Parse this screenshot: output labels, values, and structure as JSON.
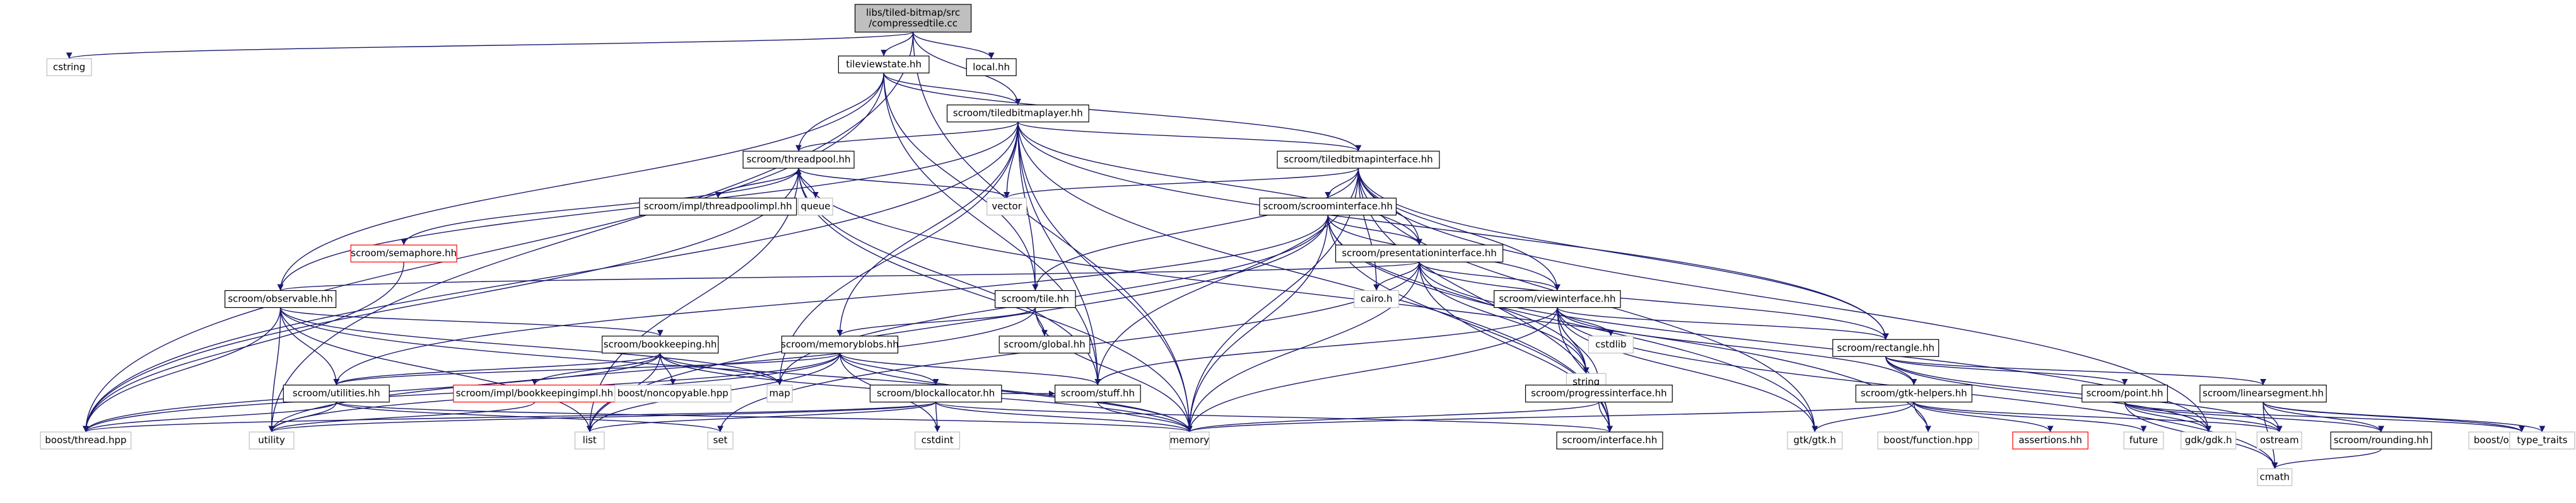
{
  "graph": {
    "colors": {
      "edge": "#191970",
      "node_border": "#000000",
      "root_fill": "#bfbfbf",
      "external_border": "#bfbfbf",
      "missing_border": "#ff0000",
      "node_fill": "#ffffff"
    },
    "nodes": [
      {
        "id": "root",
        "lines": [
          "libs/tiled-bitmap/src",
          "/compressedtile.cc"
        ],
        "style": "root"
      },
      {
        "id": "cstring",
        "lines": [
          "cstring"
        ],
        "style": "external"
      },
      {
        "id": "tileviewstate",
        "lines": [
          "tileviewstate.hh"
        ],
        "style": "normal"
      },
      {
        "id": "localhh",
        "lines": [
          "local.hh"
        ],
        "style": "normal"
      },
      {
        "id": "tiledbitmaplayer",
        "lines": [
          "scroom/tiledbitmaplayer.hh"
        ],
        "style": "normal"
      },
      {
        "id": "threadpool",
        "lines": [
          "scroom/threadpool.hh"
        ],
        "style": "normal"
      },
      {
        "id": "tiledbitmapinterface",
        "lines": [
          "scroom/tiledbitmapinterface.hh"
        ],
        "style": "normal"
      },
      {
        "id": "threadpoolimpl",
        "lines": [
          "scroom/impl/threadpoolimpl.hh"
        ],
        "style": "normal"
      },
      {
        "id": "queue",
        "lines": [
          "queue"
        ],
        "style": "external"
      },
      {
        "id": "vector",
        "lines": [
          "vector"
        ],
        "style": "external"
      },
      {
        "id": "scroominterface",
        "lines": [
          "scroom/scroominterface.hh"
        ],
        "style": "normal"
      },
      {
        "id": "semaphore",
        "lines": [
          "scroom/semaphore.hh"
        ],
        "style": "missing"
      },
      {
        "id": "presentationinterface",
        "lines": [
          "scroom/presentationinterface.hh"
        ],
        "style": "normal"
      },
      {
        "id": "observable",
        "lines": [
          "scroom/observable.hh"
        ],
        "style": "normal"
      },
      {
        "id": "tilehh",
        "lines": [
          "scroom/tile.hh"
        ],
        "style": "normal"
      },
      {
        "id": "cairo",
        "lines": [
          "cairo.h"
        ],
        "style": "external"
      },
      {
        "id": "viewinterface",
        "lines": [
          "scroom/viewinterface.hh"
        ],
        "style": "normal"
      },
      {
        "id": "globalhh",
        "lines": [
          "scroom/global.hh"
        ],
        "style": "normal"
      },
      {
        "id": "cstdlib",
        "lines": [
          "cstdlib"
        ],
        "style": "external"
      },
      {
        "id": "bookkeeping",
        "lines": [
          "scroom/bookkeeping.hh"
        ],
        "style": "normal"
      },
      {
        "id": "memoryblobs",
        "lines": [
          "scroom/memoryblobs.hh"
        ],
        "style": "normal"
      },
      {
        "id": "string",
        "lines": [
          "string"
        ],
        "style": "external"
      },
      {
        "id": "rectangle",
        "lines": [
          "scroom/rectangle.hh"
        ],
        "style": "normal"
      },
      {
        "id": "utilities",
        "lines": [
          "scroom/utilities.hh"
        ],
        "style": "normal"
      },
      {
        "id": "bookkeepingimpl",
        "lines": [
          "scroom/impl/bookkeepingimpl.hh"
        ],
        "style": "missing"
      },
      {
        "id": "noncopyable",
        "lines": [
          "boost/noncopyable.hpp"
        ],
        "style": "external"
      },
      {
        "id": "map",
        "lines": [
          "map"
        ],
        "style": "external"
      },
      {
        "id": "blockallocator",
        "lines": [
          "scroom/blockallocator.hh"
        ],
        "style": "normal"
      },
      {
        "id": "stuff",
        "lines": [
          "scroom/stuff.hh"
        ],
        "style": "normal"
      },
      {
        "id": "progressinterface",
        "lines": [
          "scroom/progressinterface.hh"
        ],
        "style": "normal"
      },
      {
        "id": "gtkhelpers",
        "lines": [
          "scroom/gtk-helpers.hh"
        ],
        "style": "normal"
      },
      {
        "id": "pointhh",
        "lines": [
          "scroom/point.hh"
        ],
        "style": "normal"
      },
      {
        "id": "linearsegment",
        "lines": [
          "scroom/linearsegment.hh"
        ],
        "style": "normal"
      },
      {
        "id": "boostthread",
        "lines": [
          "boost/thread.hpp"
        ],
        "style": "external"
      },
      {
        "id": "utility",
        "lines": [
          "utility"
        ],
        "style": "external"
      },
      {
        "id": "list",
        "lines": [
          "list"
        ],
        "style": "external"
      },
      {
        "id": "set",
        "lines": [
          "set"
        ],
        "style": "external"
      },
      {
        "id": "cstdint",
        "lines": [
          "cstdint"
        ],
        "style": "external"
      },
      {
        "id": "memory",
        "lines": [
          "memory"
        ],
        "style": "external"
      },
      {
        "id": "interfacehh",
        "lines": [
          "scroom/interface.hh"
        ],
        "style": "normal"
      },
      {
        "id": "gtkgtk",
        "lines": [
          "gtk/gtk.h"
        ],
        "style": "external"
      },
      {
        "id": "boostfunction",
        "lines": [
          "boost/function.hpp"
        ],
        "style": "external"
      },
      {
        "id": "assertions",
        "lines": [
          "assertions.hh"
        ],
        "style": "missing"
      },
      {
        "id": "future",
        "lines": [
          "future"
        ],
        "style": "external"
      },
      {
        "id": "gdkgdk",
        "lines": [
          "gdk/gdk.h"
        ],
        "style": "external"
      },
      {
        "id": "ostream",
        "lines": [
          "ostream"
        ],
        "style": "external"
      },
      {
        "id": "rounding",
        "lines": [
          "scroom/rounding.hh"
        ],
        "style": "normal"
      },
      {
        "id": "boostoperators",
        "lines": [
          "boost/operators.hpp"
        ],
        "style": "external"
      },
      {
        "id": "typetraits",
        "lines": [
          "type_traits"
        ],
        "style": "external"
      },
      {
        "id": "cmath",
        "lines": [
          "cmath"
        ],
        "style": "external"
      }
    ],
    "edges": [
      [
        "root",
        "cstring"
      ],
      [
        "root",
        "tileviewstate"
      ],
      [
        "root",
        "localhh"
      ],
      [
        "root",
        "tiledbitmaplayer"
      ],
      [
        "root",
        "utility"
      ],
      [
        "root",
        "memory"
      ],
      [
        "tileviewstate",
        "tiledbitmaplayer"
      ],
      [
        "tileviewstate",
        "threadpool"
      ],
      [
        "tileviewstate",
        "observable"
      ],
      [
        "tileviewstate",
        "tiledbitmapinterface"
      ],
      [
        "tileviewstate",
        "boostthread"
      ],
      [
        "tileviewstate",
        "stuff"
      ],
      [
        "tileviewstate",
        "tilehh"
      ],
      [
        "tiledbitmaplayer",
        "threadpool"
      ],
      [
        "tiledbitmaplayer",
        "tiledbitmapinterface"
      ],
      [
        "tiledbitmaplayer",
        "observable"
      ],
      [
        "tiledbitmaplayer",
        "tilehh"
      ],
      [
        "tiledbitmaplayer",
        "memoryblobs"
      ],
      [
        "tiledbitmaplayer",
        "vector"
      ],
      [
        "tiledbitmaplayer",
        "boostthread"
      ],
      [
        "tiledbitmaplayer",
        "stuff"
      ],
      [
        "tiledbitmaplayer",
        "memory"
      ],
      [
        "tiledbitmaplayer",
        "map"
      ],
      [
        "tiledbitmaplayer",
        "rectangle"
      ],
      [
        "tiledbitmaplayer",
        "interfacehh"
      ],
      [
        "tiledbitmaplayer",
        "presentationinterface"
      ],
      [
        "threadpool",
        "threadpoolimpl"
      ],
      [
        "threadpool",
        "queue"
      ],
      [
        "threadpool",
        "vector"
      ],
      [
        "threadpool",
        "semaphore"
      ],
      [
        "threadpool",
        "boostthread"
      ],
      [
        "threadpool",
        "stuff"
      ],
      [
        "threadpool",
        "memory"
      ],
      [
        "threadpool",
        "boostfunction"
      ],
      [
        "threadpool",
        "list"
      ],
      [
        "threadpoolimpl",
        "threadpool"
      ],
      [
        "semaphore",
        "boostthread"
      ],
      [
        "tiledbitmapinterface",
        "scroominterface"
      ],
      [
        "tiledbitmapinterface",
        "presentationinterface"
      ],
      [
        "tiledbitmapinterface",
        "viewinterface"
      ],
      [
        "tiledbitmapinterface",
        "rectangle"
      ],
      [
        "tiledbitmapinterface",
        "vector"
      ],
      [
        "tiledbitmapinterface",
        "cairo"
      ],
      [
        "tiledbitmapinterface",
        "gtkgtk"
      ],
      [
        "tiledbitmapinterface",
        "memory"
      ],
      [
        "tiledbitmapinterface",
        "tilehh"
      ],
      [
        "tiledbitmapinterface",
        "stuff"
      ],
      [
        "tiledbitmapinterface",
        "gdkgdk"
      ],
      [
        "tiledbitmapinterface",
        "interfacehh"
      ],
      [
        "scroominterface",
        "presentationinterface"
      ],
      [
        "scroominterface",
        "viewinterface"
      ],
      [
        "scroominterface",
        "string"
      ],
      [
        "scroominterface",
        "memory"
      ],
      [
        "scroominterface",
        "interfacehh"
      ],
      [
        "scroominterface",
        "gtkgtk"
      ],
      [
        "scroominterface",
        "utilities"
      ],
      [
        "scroominterface",
        "list"
      ],
      [
        "scroominterface",
        "map"
      ],
      [
        "presentationinterface",
        "observable"
      ],
      [
        "presentationinterface",
        "viewinterface"
      ],
      [
        "presentationinterface",
        "rectangle"
      ],
      [
        "presentationinterface",
        "cairo"
      ],
      [
        "presentationinterface",
        "memory"
      ],
      [
        "presentationinterface",
        "interfacehh"
      ],
      [
        "presentationinterface",
        "set"
      ],
      [
        "presentationinterface",
        "gdkgdk"
      ],
      [
        "presentationinterface",
        "string"
      ],
      [
        "observable",
        "bookkeeping"
      ],
      [
        "observable",
        "utilities"
      ],
      [
        "observable",
        "boostthread"
      ],
      [
        "observable",
        "list"
      ],
      [
        "observable",
        "map"
      ],
      [
        "observable",
        "memory"
      ],
      [
        "observable",
        "utility"
      ],
      [
        "tilehh",
        "globalhh"
      ],
      [
        "tilehh",
        "memoryblobs"
      ],
      [
        "tilehh",
        "utility"
      ],
      [
        "tilehh",
        "memory"
      ],
      [
        "viewinterface",
        "rectangle"
      ],
      [
        "viewinterface",
        "progressinterface"
      ],
      [
        "viewinterface",
        "gtkhelpers"
      ],
      [
        "viewinterface",
        "gtkgtk"
      ],
      [
        "viewinterface",
        "cstdlib"
      ],
      [
        "viewinterface",
        "string"
      ],
      [
        "viewinterface",
        "memory"
      ],
      [
        "viewinterface",
        "interfacehh"
      ],
      [
        "viewinterface",
        "cmath"
      ],
      [
        "viewinterface",
        "stuff"
      ],
      [
        "bookkeeping",
        "utilities"
      ],
      [
        "bookkeeping",
        "bookkeepingimpl"
      ],
      [
        "bookkeeping",
        "noncopyable"
      ],
      [
        "bookkeeping",
        "map"
      ],
      [
        "bookkeeping",
        "boostthread"
      ],
      [
        "bookkeeping",
        "list"
      ],
      [
        "bookkeeping",
        "memory"
      ],
      [
        "memoryblobs",
        "blockallocator"
      ],
      [
        "memoryblobs",
        "stuff"
      ],
      [
        "memoryblobs",
        "utilities"
      ],
      [
        "memoryblobs",
        "list"
      ],
      [
        "memoryblobs",
        "cstdint"
      ],
      [
        "memoryblobs",
        "memory"
      ],
      [
        "memoryblobs",
        "utility"
      ],
      [
        "memoryblobs",
        "boostthread"
      ],
      [
        "utilities",
        "boostthread"
      ],
      [
        "utilities",
        "memory"
      ],
      [
        "utilities",
        "utility"
      ],
      [
        "utilities",
        "set"
      ],
      [
        "bookkeepingimpl",
        "utility"
      ],
      [
        "blockallocator",
        "stuff"
      ],
      [
        "blockallocator",
        "list"
      ],
      [
        "blockallocator",
        "cstdint"
      ],
      [
        "blockallocator",
        "memory"
      ],
      [
        "blockallocator",
        "boostthread"
      ],
      [
        "blockallocator",
        "utility"
      ],
      [
        "blockallocator",
        "interfacehh"
      ],
      [
        "stuff",
        "memory"
      ],
      [
        "progressinterface",
        "memory"
      ],
      [
        "progressinterface",
        "interfacehh"
      ],
      [
        "rectangle",
        "gtkhelpers"
      ],
      [
        "rectangle",
        "pointhh"
      ],
      [
        "rectangle",
        "linearsegment"
      ],
      [
        "rectangle",
        "ostream"
      ],
      [
        "rectangle",
        "gdkgdk"
      ],
      [
        "gtkhelpers",
        "gtkgtk"
      ],
      [
        "gtkhelpers",
        "boostfunction"
      ],
      [
        "gtkhelpers",
        "assertions"
      ],
      [
        "gtkhelpers",
        "future"
      ],
      [
        "gtkhelpers",
        "ostream"
      ],
      [
        "gtkhelpers",
        "memory"
      ],
      [
        "pointhh",
        "gdkgdk"
      ],
      [
        "pointhh",
        "ostream"
      ],
      [
        "pointhh",
        "rounding"
      ],
      [
        "pointhh",
        "boostoperators"
      ],
      [
        "pointhh",
        "cmath"
      ],
      [
        "linearsegment",
        "ostream"
      ],
      [
        "linearsegment",
        "rounding"
      ],
      [
        "linearsegment",
        "boostoperators"
      ],
      [
        "linearsegment",
        "typetraits"
      ],
      [
        "linearsegment",
        "cmath"
      ],
      [
        "rounding",
        "cmath"
      ]
    ]
  }
}
